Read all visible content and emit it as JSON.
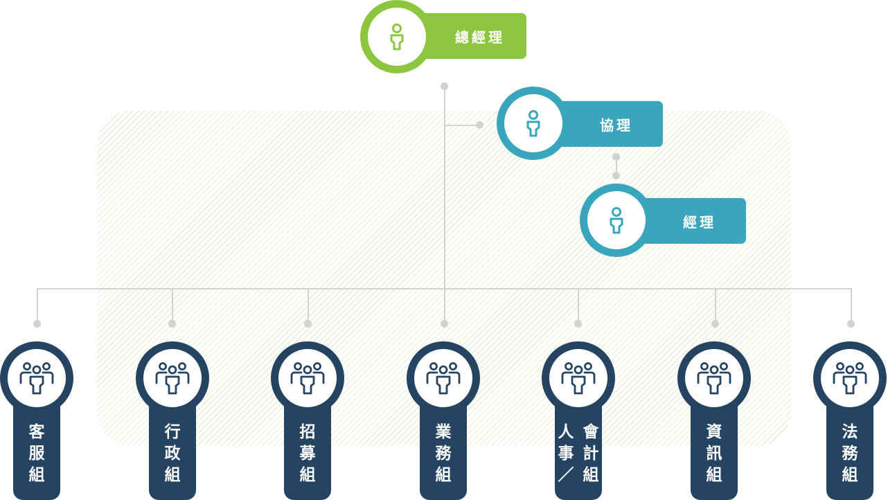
{
  "executives": {
    "general_manager": {
      "title": "總經理",
      "icon": "person-icon",
      "color": "#8cc63f"
    },
    "associate_manager": {
      "title": "協理",
      "icon": "person-icon",
      "color": "#3aa6bd"
    },
    "manager": {
      "title": "經理",
      "icon": "person-icon",
      "color": "#3aa6bd"
    }
  },
  "departments": [
    {
      "name": "客服組",
      "icon": "group-icon"
    },
    {
      "name": "行政組",
      "icon": "group-icon"
    },
    {
      "name": "招募組",
      "icon": "group-icon"
    },
    {
      "name": "業務組",
      "icon": "group-icon"
    },
    {
      "name_col1": "人事／",
      "name_col2": "會計組",
      "icon": "group-icon"
    },
    {
      "name": "資訊組",
      "icon": "group-icon"
    },
    {
      "name": "法務組",
      "icon": "group-icon"
    }
  ],
  "colors": {
    "department": "#254462",
    "connector": "#d2d2d2",
    "zone_hatch": "#c3de96"
  }
}
